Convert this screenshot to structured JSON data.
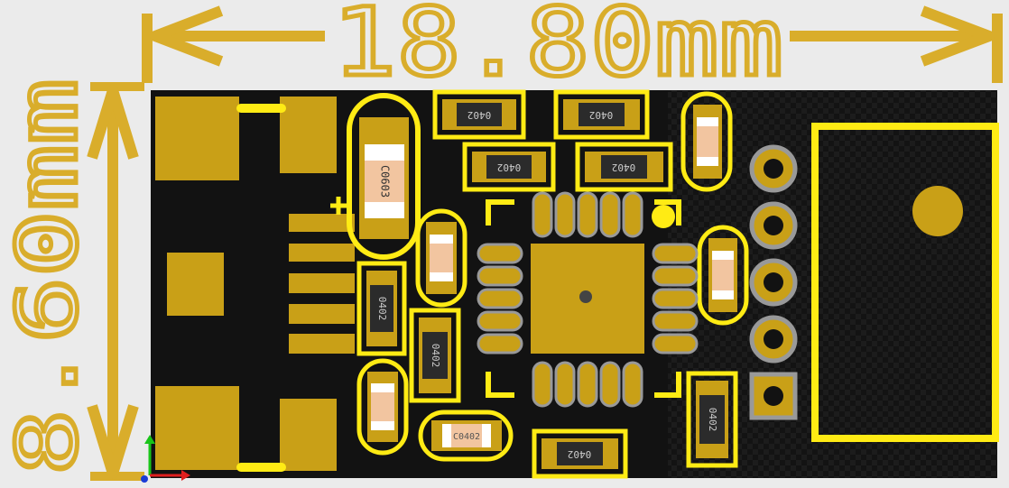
{
  "dimensions": {
    "width_label": "18.80mm",
    "height_label": "8.60mm"
  },
  "colors": {
    "background": "#ebebeb",
    "board": "#121212",
    "copper": "#c9a017",
    "silkscreen": "#ffeb14",
    "dimension": "#d9ad2b",
    "component_body": "#f2c5a0",
    "component_cap": "#ffffff",
    "resistor_body": "#2b2b2b",
    "pad_ring": "#999999"
  },
  "components": {
    "c0603": "C0603",
    "r0402": "0402",
    "c0402": "C0402"
  },
  "markers": {
    "polarity": "+"
  }
}
